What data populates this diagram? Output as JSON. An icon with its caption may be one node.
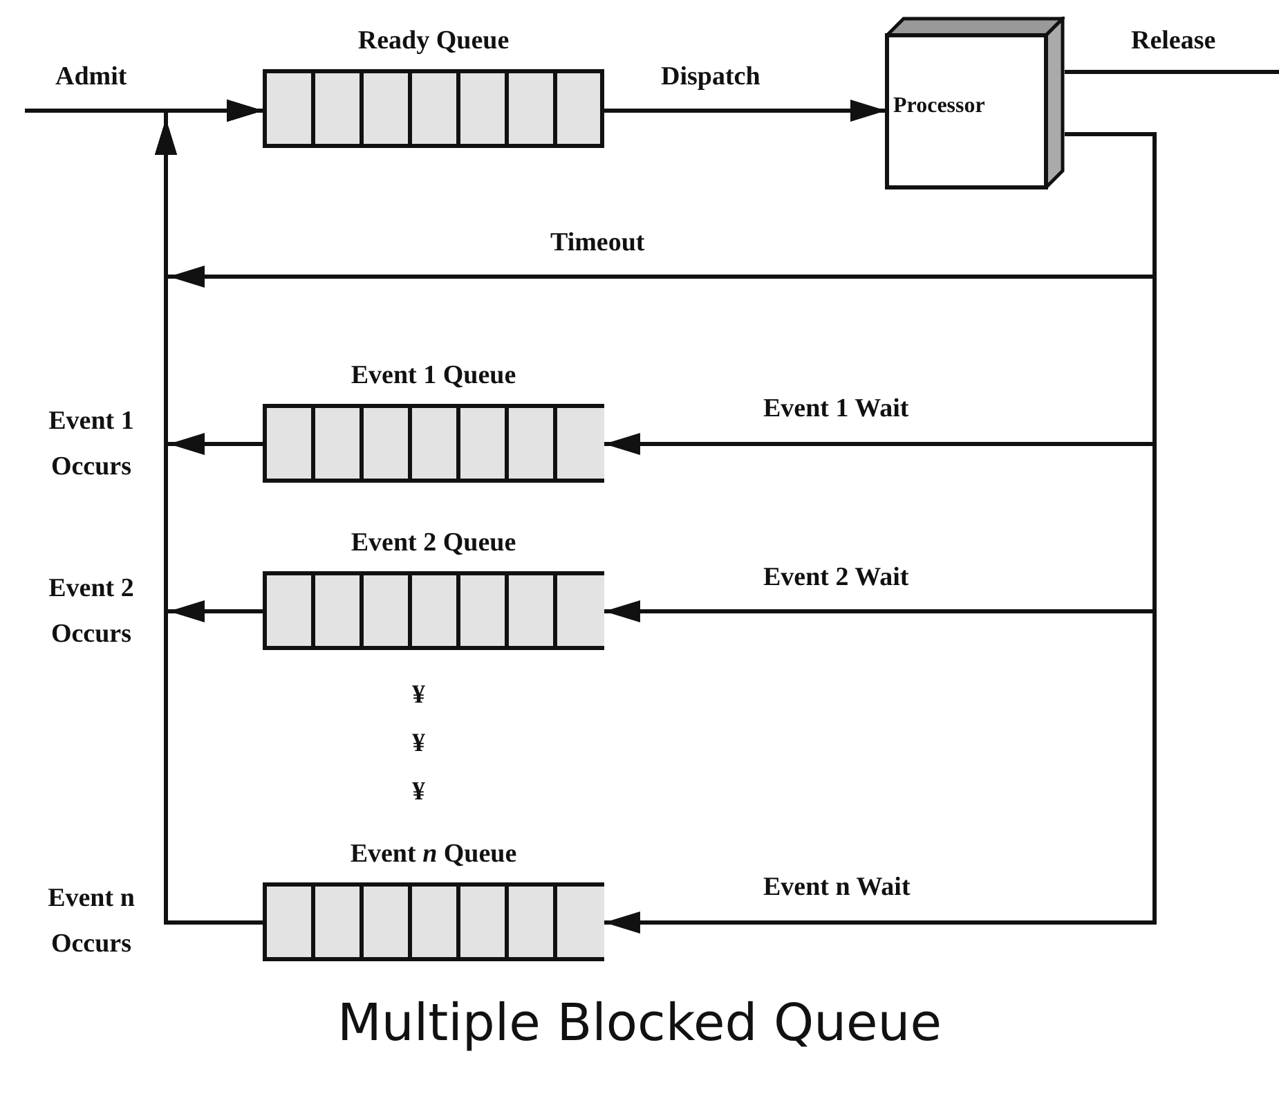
{
  "diagram": {
    "caption": "Multiple Blocked Queue",
    "nodes": [
      {
        "text": [
          "Ready Queue"
        ]
      },
      {
        "text": [
          "Processor"
        ]
      },
      {
        "text": [
          "Event 1 Queue"
        ]
      },
      {
        "text": [
          "Event 2 Queue"
        ]
      },
      {
        "text": [
          "Event *n* Queue"
        ]
      }
    ],
    "edges": [
      {
        "from": null,
        "to": 0,
        "arrow": "to",
        "label": "Admit"
      },
      {
        "from": 0,
        "to": 1,
        "arrow": "to",
        "label": "Dispatch"
      },
      {
        "from": 1,
        "to": null,
        "arrow": "none",
        "label": "Release"
      },
      {
        "from": 1,
        "to": 0,
        "arrow": "to",
        "label": "Timeout"
      },
      {
        "from": 1,
        "to": 2,
        "arrow": "to",
        "label": "Event 1 Wait"
      },
      {
        "from": 1,
        "to": 3,
        "arrow": "to",
        "label": "Event 2 Wait"
      },
      {
        "from": 1,
        "to": 4,
        "arrow": "to",
        "label": "Event n Wait"
      },
      {
        "from": 2,
        "to": 0,
        "arrow": "to",
        "label": "Event 1 Occurs"
      },
      {
        "from": 3,
        "to": 0,
        "arrow": "to",
        "label": "Event 2 Occurs"
      },
      {
        "from": 4,
        "to": 0,
        "arrow": "to",
        "label": "Event n Occurs"
      }
    ],
    "labels": [
      "¥",
      "¥",
      "¥"
    ]
  }
}
